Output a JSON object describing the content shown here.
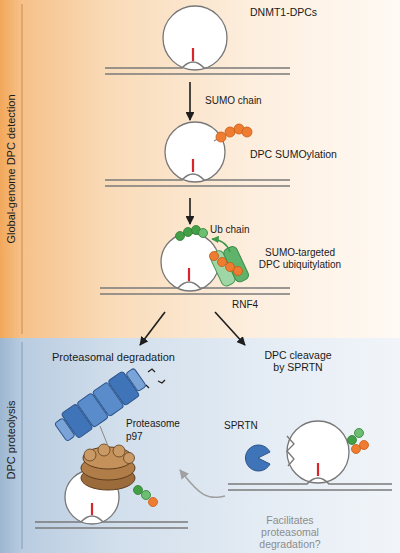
{
  "diagram": {
    "nodes": [
      {
        "text": [
          "Global-genome DPC detection"
        ]
      },
      {
        "text": [
          "DNMT1-DPCs"
        ],
        "in": 0
      },
      {
        "text": [
          "DPC SUMOylation"
        ],
        "in": 0
      },
      {
        "text": [
          "Ub chain",
          "SUMO-targeted DPC ubiquitylation",
          "RNF4"
        ],
        "in": 0
      },
      {
        "text": [
          "DPC proteolysis"
        ]
      },
      {
        "text": [
          "Proteasomal degradation",
          "Proteasome",
          "p97"
        ],
        "in": 4
      },
      {
        "text": [
          "DPC cleavage by SPRTN",
          "SPRTN"
        ],
        "in": 4
      }
    ],
    "edges": [
      {
        "from": 1,
        "to": 2,
        "arrow": "to",
        "label": "SUMO chain"
      },
      {
        "from": 2,
        "to": 3,
        "arrow": "to"
      },
      {
        "from": 3,
        "to": 5,
        "arrow": "to"
      },
      {
        "from": 3,
        "to": 6,
        "arrow": "to"
      },
      {
        "from": 6,
        "to": 5,
        "arrow": "to",
        "label": "Facilitates proteasomal degradation?"
      }
    ]
  }
}
